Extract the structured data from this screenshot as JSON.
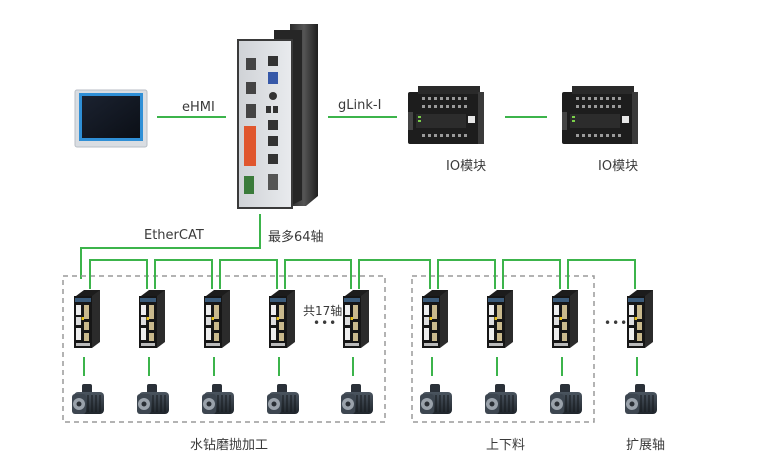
{
  "colors": {
    "link": "#3cb44b",
    "group_border": "#9a9a9a",
    "label": "#3a3a3a"
  },
  "hmi": {
    "name": "touch-panel"
  },
  "links": {
    "hmi_link_label": "eHMI",
    "io_link_label": "gLink-I",
    "bus_label": "EtherCAT",
    "bus_max_axes": "最多64轴"
  },
  "io_modules": [
    {
      "label": "IO模块"
    },
    {
      "label": "IO模块"
    }
  ],
  "groups": [
    {
      "label": "水钻磨抛加工",
      "axis_count_note": "共17轴",
      "drives": 5,
      "ellipsis": "•••"
    },
    {
      "label": "上下料",
      "drives": 3
    },
    {
      "label": "扩展轴",
      "drives": 1,
      "ellipsis": "•••"
    }
  ]
}
